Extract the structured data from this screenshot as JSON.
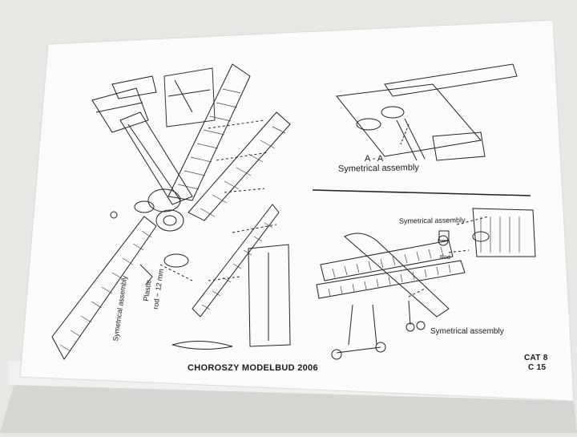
{
  "photo": {
    "subject": "Photographed page of a printed model assembly instruction sheet",
    "background_color": "#e9e7e4",
    "paper_color": "#fbfbfb",
    "ink_color": "#1a1a1a"
  },
  "sheet": {
    "left_labels": {
      "symetrical_assembly": "Symetrical assembly",
      "plastic_rod_line1": "Plastic",
      "plastic_rod_line2": "rod ~ 12 mm"
    },
    "upper_right": {
      "section": "A - A",
      "symetrical_assembly": "Symetrical assembly"
    },
    "lower_right": {
      "symetrical_assembly_top": "Symetrical assembly",
      "rod": "Rod",
      "symetrical_assembly_bottom": "Symetrical assembly"
    },
    "footer": "CHOROSZY MODELBUD 2006",
    "page_code_line1": "CAT 8",
    "page_code_line2": "C 15"
  }
}
